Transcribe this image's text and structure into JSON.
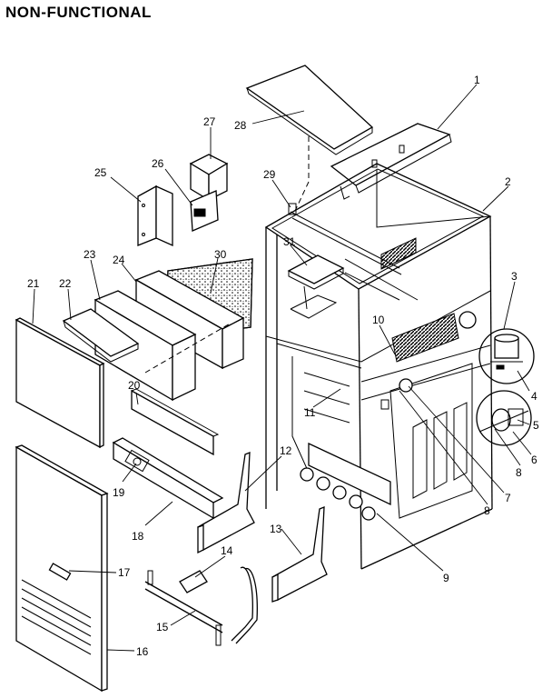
{
  "title": "NON-FUNCTIONAL",
  "callouts": [
    {
      "id": "c1",
      "label": "1"
    },
    {
      "id": "c2",
      "label": "2"
    },
    {
      "id": "c3",
      "label": "3"
    },
    {
      "id": "c4",
      "label": "4"
    },
    {
      "id": "c5",
      "label": "5"
    },
    {
      "id": "c6",
      "label": "6"
    },
    {
      "id": "c7",
      "label": "7"
    },
    {
      "id": "c8a",
      "label": "8"
    },
    {
      "id": "c8b",
      "label": "8"
    },
    {
      "id": "c9",
      "label": "9"
    },
    {
      "id": "c10",
      "label": "10"
    },
    {
      "id": "c11",
      "label": "11"
    },
    {
      "id": "c12",
      "label": "12"
    },
    {
      "id": "c13",
      "label": "13"
    },
    {
      "id": "c14",
      "label": "14"
    },
    {
      "id": "c15",
      "label": "15"
    },
    {
      "id": "c16",
      "label": "16"
    },
    {
      "id": "c17",
      "label": "17"
    },
    {
      "id": "c18",
      "label": "18"
    },
    {
      "id": "c19",
      "label": "19"
    },
    {
      "id": "c20",
      "label": "20"
    },
    {
      "id": "c21",
      "label": "21"
    },
    {
      "id": "c22",
      "label": "22"
    },
    {
      "id": "c23",
      "label": "23"
    },
    {
      "id": "c24",
      "label": "24"
    },
    {
      "id": "c25",
      "label": "25"
    },
    {
      "id": "c26",
      "label": "26"
    },
    {
      "id": "c27",
      "label": "27"
    },
    {
      "id": "c28",
      "label": "28"
    },
    {
      "id": "c29",
      "label": "29"
    },
    {
      "id": "c30",
      "label": "30"
    },
    {
      "id": "c31",
      "label": "31"
    }
  ]
}
